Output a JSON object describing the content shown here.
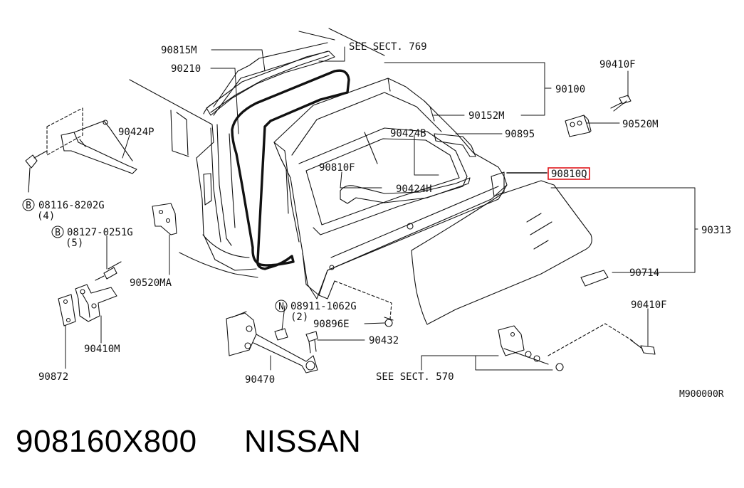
{
  "labels": {
    "p90815M": "90815M",
    "see769": "SEE SECT. 769",
    "p90210": "90210",
    "p90100": "90100",
    "p90410F_top": "90410F",
    "p90152M": "90152M",
    "p90520M": "90520M",
    "p90424P": "90424P",
    "p90424B": "90424B",
    "p90895": "90895",
    "p90810F": "90810F",
    "p90810Q": "90810Q",
    "p90424H": "90424H",
    "p90313": "90313",
    "b08116": "08116-8202G",
    "b08116_qty": "(4)",
    "b08127": "08127-0251G",
    "b08127_qty": "(5)",
    "p90520MA": "90520MA",
    "p90714": "90714",
    "n08911": "08911-1062G",
    "n08911_qty": "(2)",
    "p90410F_bot": "90410F",
    "p90896E": "90896E",
    "p90432": "90432",
    "p90410M": "90410M",
    "p90872": "90872",
    "p90470": "90470",
    "see570": "SEE SECT. 570",
    "ref": "M900000R",
    "circle_b": "B",
    "circle_n": "N"
  },
  "footer": {
    "part_number": "908160X800",
    "brand": "NISSAN"
  },
  "highlight_color": "#e0161b"
}
